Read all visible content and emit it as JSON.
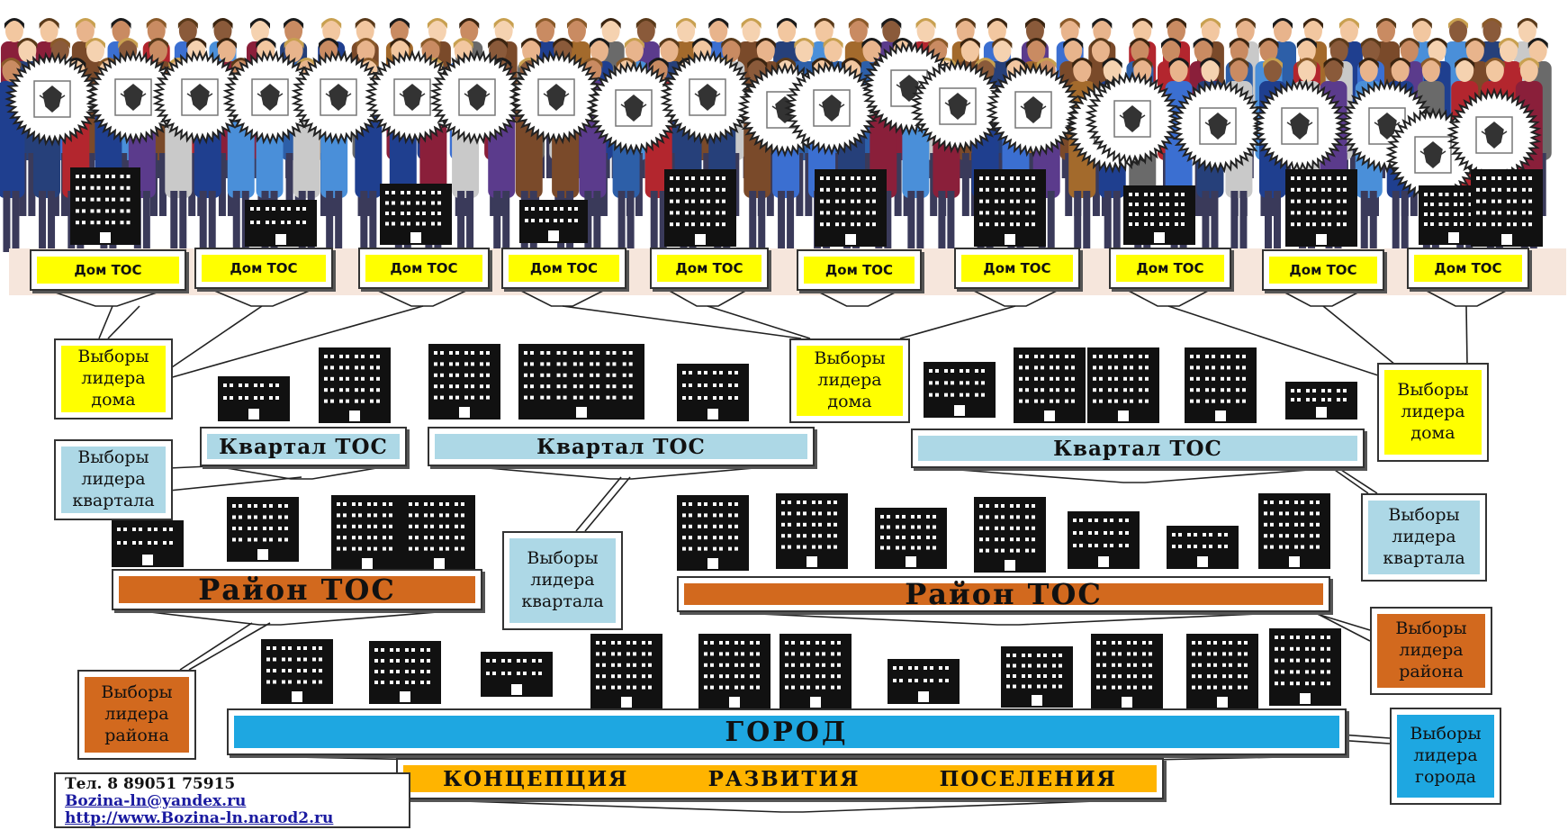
{
  "colors": {
    "house_label": "#ffff00",
    "quarter_label": "#add8e6",
    "district_label": "#d2691e",
    "city_label": "#1ea7e1",
    "concept_label": "#ffb400"
  },
  "icons": {
    "crowd": "people-crowd",
    "emblem": "double-headed-eagle-emblem",
    "building": "apartment-building"
  },
  "houses": [
    "Дом ТОС",
    "Дом ТОС",
    "Дом ТОС",
    "Дом ТОС",
    "Дом ТОС",
    "Дом ТОС",
    "Дом ТОС",
    "Дом ТОС",
    "Дом ТОС",
    "Дом ТОС"
  ],
  "quarters": [
    "Квартал ТОС",
    "Квартал ТОС",
    "Квартал ТОС"
  ],
  "districts": [
    "Район ТОС",
    "Район ТОС"
  ],
  "city": "ГОРОД",
  "concept": [
    "КОНЦЕПЦИЯ",
    "РАЗВИТИЯ",
    "ПОСЕЛЕНИЯ"
  ],
  "callouts": {
    "house_leader": [
      "Выборы лидера дома",
      "Выборы лидера дома",
      "Выборы лидера дома"
    ],
    "quarter_leader": [
      "Выборы лидера квартала",
      "Выборы лидера квартала",
      "Выборы лидера квартала"
    ],
    "district_leader": [
      "Выборы лидера района",
      "Выборы лидера района"
    ],
    "city_leader": "Выборы лидера города"
  },
  "contacts": {
    "phone": "Тел.  8  89051 75915",
    "email": "Bozina-ln@yandex.ru",
    "site": "http://www.Bozina-ln.narod2.ru"
  }
}
